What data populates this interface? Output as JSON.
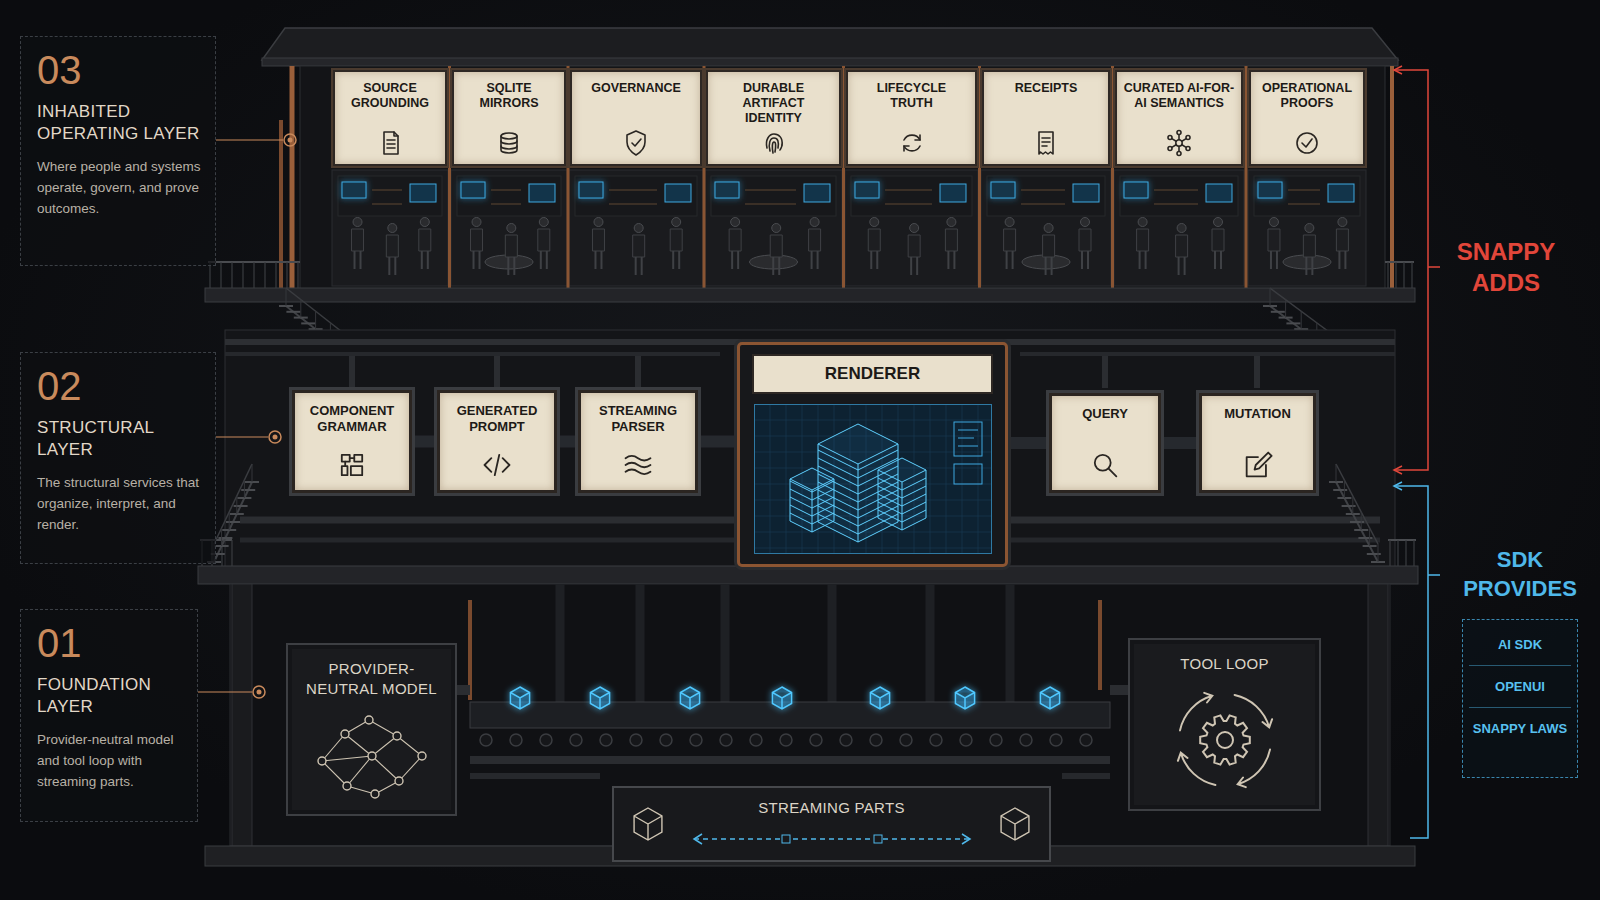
{
  "diagram": {
    "nodes": [
      {
        "text": [
          "03",
          "INHABITED OPERATING LAYER",
          "Where people and systems operate, govern, and prove outcomes."
        ]
      },
      {
        "text": [
          "SOURCE GROUNDING"
        ]
      },
      {
        "text": [
          "SQLITE MIRRORS"
        ]
      },
      {
        "text": [
          "GOVERNANCE"
        ]
      },
      {
        "text": [
          "DURABLE ARTIFACT IDENTITY"
        ]
      },
      {
        "text": [
          "LIFECYCLE TRUTH"
        ]
      },
      {
        "text": [
          "RECEIPTS"
        ]
      },
      {
        "text": [
          "CURATED AI-FOR-AI SEMANTICS"
        ]
      },
      {
        "text": [
          "OPERATIONAL PROOFS"
        ]
      },
      {
        "text": [
          "02",
          "STRUCTURAL LAYER",
          "The structural services that organize, interpret, and render."
        ]
      },
      {
        "text": [
          "COMPONENT GRAMMAR"
        ]
      },
      {
        "text": [
          "GENERATED PROMPT"
        ]
      },
      {
        "text": [
          "STREAMING PARSER"
        ]
      },
      {
        "text": [
          "RENDERER"
        ]
      },
      {
        "text": [
          "QUERY"
        ]
      },
      {
        "text": [
          "MUTATION"
        ]
      },
      {
        "text": [
          "01",
          "FOUNDATION LAYER",
          "Provider-neutral model and tool loop with streaming parts."
        ]
      },
      {
        "text": [
          "PROVIDER-NEUTRAL MODEL"
        ]
      },
      {
        "text": [
          "TOOL LOOP"
        ]
      },
      {
        "text": [
          "STREAMING PARTS"
        ]
      },
      {
        "text": [
          "AI SDK",
          "OPENUI",
          "SNAPPY LAWS"
        ]
      }
    ],
    "edges": [
      {
        "from": 10,
        "to": 11,
        "arrow": "none"
      },
      {
        "from": 11,
        "to": 12,
        "arrow": "none"
      },
      {
        "from": 12,
        "to": 13,
        "arrow": "none"
      },
      {
        "from": 13,
        "to": 14,
        "arrow": "none"
      },
      {
        "from": 14,
        "to": 15,
        "arrow": "none"
      }
    ],
    "labels": [
      "SNAPPY ADDS",
      "SDK PROVIDES"
    ]
  }
}
